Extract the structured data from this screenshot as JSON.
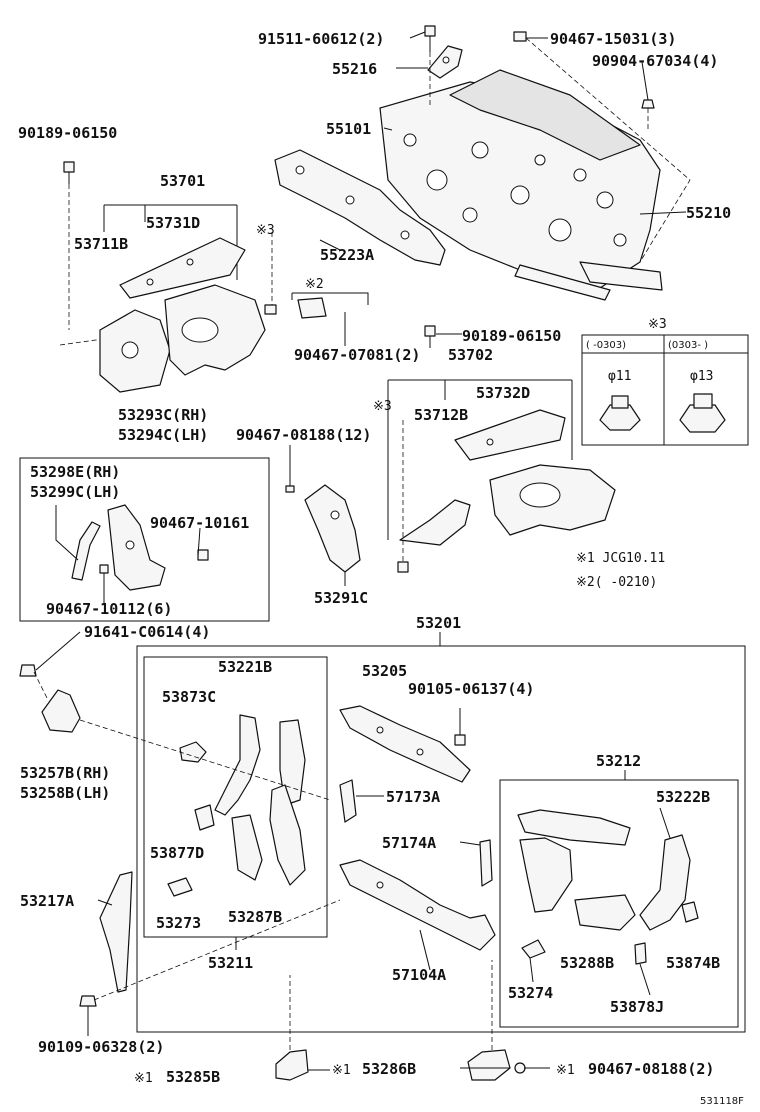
{
  "labels": {
    "p91511": "91511-60612(2)",
    "p90467_15031": "90467-15031(3)",
    "p55216": "55216",
    "p90904": "90904-67034(4)",
    "p90189_top": "90189-06150",
    "p55101": "55101",
    "p53701": "53701",
    "p55210": "55210",
    "p53731D": "53731D",
    "p53711B": "53711B",
    "note3_left": "※3",
    "p55223A": "55223A",
    "note2": "※2",
    "p90467_07081": "90467-07081(2)",
    "p90189_mid": "90189-06150",
    "p53702": "53702",
    "note3_box": "※3",
    "p53293C": "53293C(RH)",
    "p53294C": "53294C(LH)",
    "p90467_08188_12": "90467-08188(12)",
    "note3_mid": "※3",
    "p53732D": "53732D",
    "p53712B": "53712B",
    "p53298E": "53298E(RH)",
    "p53299C": "53299C(LH)",
    "p90467_10161": "90467-10161",
    "p90467_10112": "90467-10112(6)",
    "p53291C": "53291C",
    "fn1": "※1 JCG10.11",
    "fn2": "※2(     -0210)",
    "p91641": "91641-C0614(4)",
    "p53201": "53201",
    "p53221B": "53221B",
    "p53205": "53205",
    "p90105": "90105-06137(4)",
    "p53873C": "53873C",
    "p53257B": "53257B(RH)",
    "p53258B": "53258B(LH)",
    "p57173A": "57173A",
    "p53212": "53212",
    "p53222B": "53222B",
    "p53877D": "53877D",
    "p57174A": "57174A",
    "p53217A": "53217A",
    "p53273": "53273",
    "p53287B": "53287B",
    "p53211": "53211",
    "p57104A": "57104A",
    "p53288B": "53288B",
    "p53874B": "53874B",
    "p53274": "53274",
    "p53878J": "53878J",
    "p90109": "90109-06328(2)",
    "p53285B": "53285B",
    "p53286B": "53286B",
    "p90467_08188_2": "90467-08188(2)",
    "mark1_a": "※1",
    "mark1_b": "※1",
    "mark1_c": "※1",
    "diagram_code": "531118F"
  },
  "inset_table": {
    "header_left": "(     -0303)",
    "header_right": "(0303-     )",
    "dia_left": "φ11",
    "dia_right": "φ13"
  }
}
